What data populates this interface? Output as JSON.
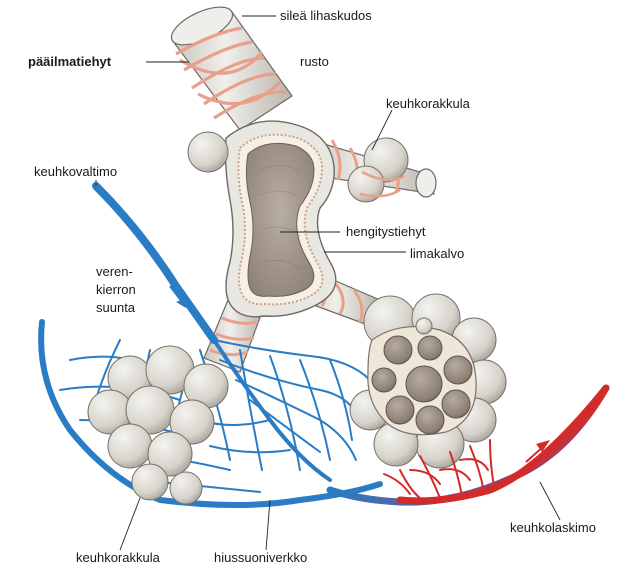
{
  "labels": {
    "smooth_muscle": "sileä lihaskudos",
    "main_bronchus": "pääilmatiehyt",
    "cartilage": "rusto",
    "alveolus_top": "keuhkorakkula",
    "pulmonary_artery": "keuhkovaltimo",
    "bronchiole": "hengitystiehyt",
    "mucosa": "limakalvo",
    "flow_direction_1": "veren-",
    "flow_direction_2": "kierron",
    "flow_direction_3": "suunta",
    "pulmonary_vein": "keuhkolaskimo",
    "alveolus_bottom": "keuhkorakkula",
    "capillary_network": "hiussuoniverkko"
  },
  "colors": {
    "artery": "#2a7cc4",
    "vein": "#d42a2a",
    "muscle": "#e8a08a",
    "airway": "#e4e2dc",
    "lumen": "#a89a8c",
    "alveolus": "#d9d6cf"
  }
}
